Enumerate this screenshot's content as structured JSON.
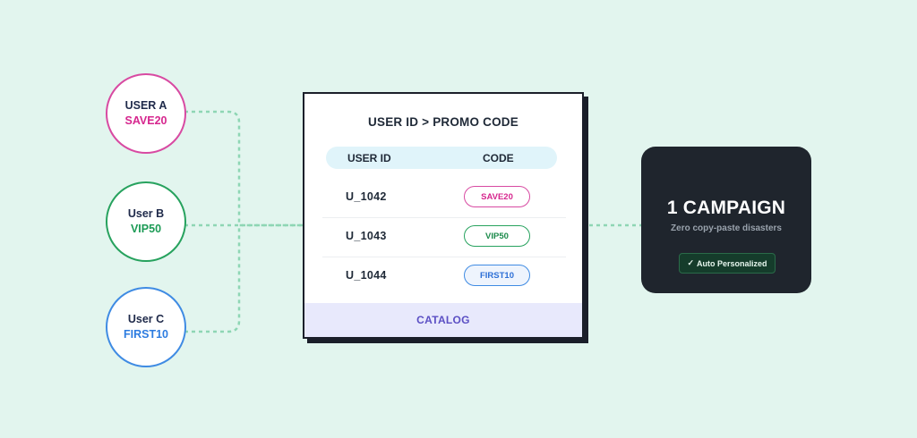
{
  "users": [
    {
      "name": "USER A",
      "code": "SAVE20"
    },
    {
      "name": "User B",
      "code": "VIP50"
    },
    {
      "name": "User C",
      "code": "FIRST10"
    }
  ],
  "table": {
    "title": "USER ID > PROMO CODE",
    "headers": {
      "user_id": "USER ID",
      "code": "CODE"
    },
    "rows": [
      {
        "user_id": "U_1042",
        "code": "SAVE20"
      },
      {
        "user_id": "U_1043",
        "code": "VIP50"
      },
      {
        "user_id": "U_1044",
        "code": "FIRST10"
      }
    ],
    "footer": "CATALOG"
  },
  "campaign": {
    "title": "1 CAMPAIGN",
    "subtitle": "Zero copy-paste disasters",
    "badge": "Auto Personalized",
    "badge_icon": "check-icon"
  },
  "colors": {
    "background": "#e2f5ee",
    "user_a": "#d84aa2",
    "user_b": "#27a25e",
    "user_c": "#3f8be3",
    "connector": "#8ed6b4",
    "campaign_bg": "#1f252d",
    "catalog_bg": "#e8e9fc"
  }
}
